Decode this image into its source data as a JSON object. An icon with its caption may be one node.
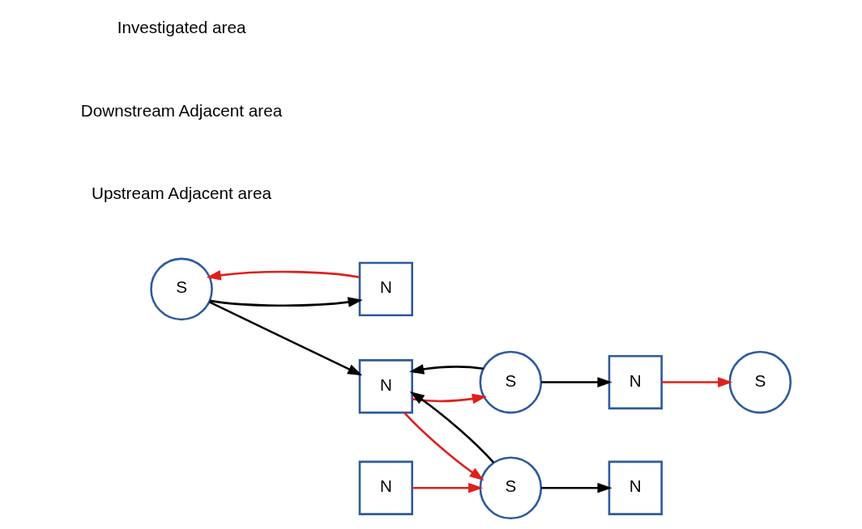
{
  "diagram": {
    "nodes": [
      {
        "text": [
          "S"
        ]
      },
      {
        "text": [
          "S"
        ]
      },
      {
        "text": [
          "N"
        ]
      },
      {
        "text": [
          "N"
        ]
      },
      {
        "text": [
          "S"
        ]
      },
      {
        "text": [
          "N"
        ]
      },
      {
        "text": [
          "N"
        ]
      },
      {
        "text": [
          "S"
        ]
      },
      {
        "text": [
          "N"
        ]
      }
    ],
    "edges": [
      {
        "from": 0,
        "to": 5,
        "arrow": "to"
      },
      {
        "from": 0,
        "to": 3,
        "arrow": "to"
      },
      {
        "from": 3,
        "to": 0,
        "arrow": "to",
        "color": "#e0201b"
      },
      {
        "from": 1,
        "to": 2,
        "arrow": "to"
      },
      {
        "from": 1,
        "to": 5,
        "arrow": "to"
      },
      {
        "from": 5,
        "to": 1,
        "arrow": "to",
        "color": "#e0201b"
      },
      {
        "from": 2,
        "to": 4,
        "arrow": "to",
        "color": "#e0201b"
      },
      {
        "from": 6,
        "to": 7,
        "arrow": "to",
        "color": "#e0201b"
      },
      {
        "from": 7,
        "to": 5,
        "arrow": "to"
      },
      {
        "from": 5,
        "to": 7,
        "arrow": "to",
        "color": "#e0201b"
      },
      {
        "from": 7,
        "to": 8,
        "arrow": "to"
      }
    ],
    "labels": [
      "Upstream Adjacent area",
      "Downstream Adjacent area",
      "Investigated area"
    ]
  }
}
